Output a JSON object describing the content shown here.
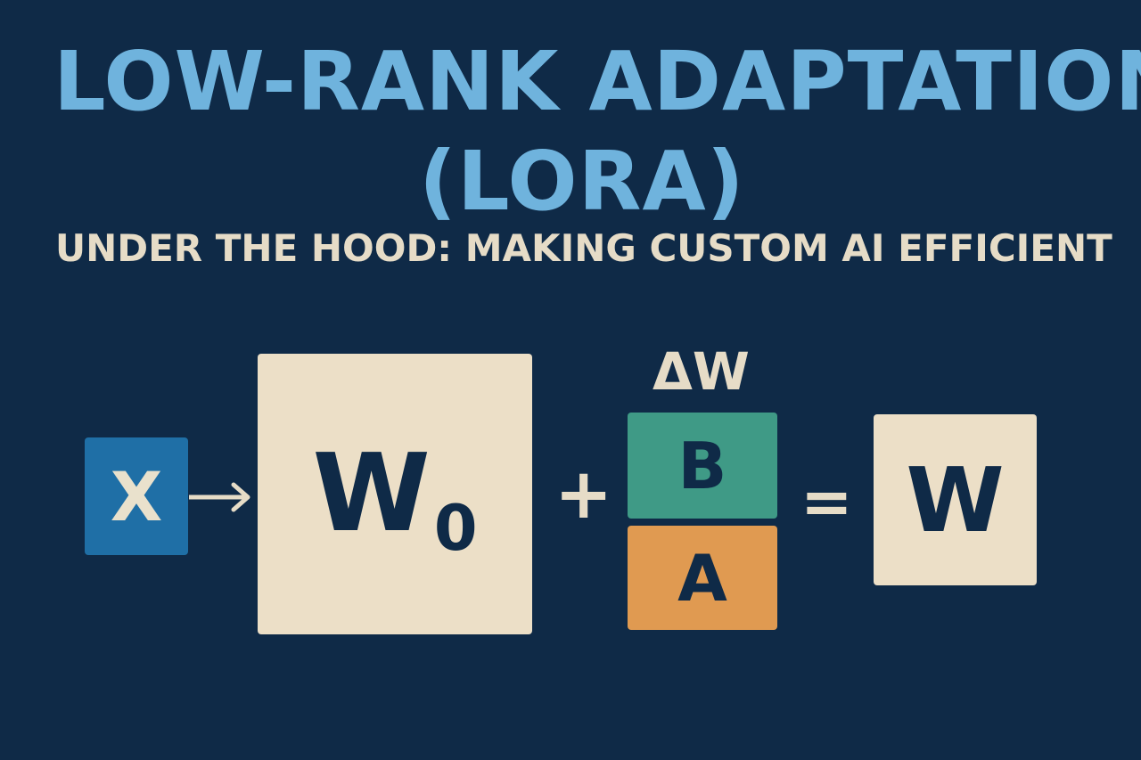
{
  "title": {
    "line1": "LOW-RANK ADAPTATION",
    "line2": "(LORA)"
  },
  "subtitle": "UNDER THE HOOD: MAKING CUSTOM AI EFFICIENT",
  "diagram": {
    "input_label": "X",
    "base_weight_label": "W",
    "base_weight_subscript": "0",
    "plus": "+",
    "delta_label": "ΔW",
    "matrix_b_label": "B",
    "matrix_a_label": "A",
    "equals": "=",
    "result_label": "W",
    "colors": {
      "background": "#0f2a47",
      "title": "#6fb3dd",
      "text_light": "#e6dcc7",
      "input_box": "#1f6fa6",
      "weight_box": "#ecdfc7",
      "matrix_b": "#3f9a86",
      "matrix_a": "#e09a51"
    }
  }
}
